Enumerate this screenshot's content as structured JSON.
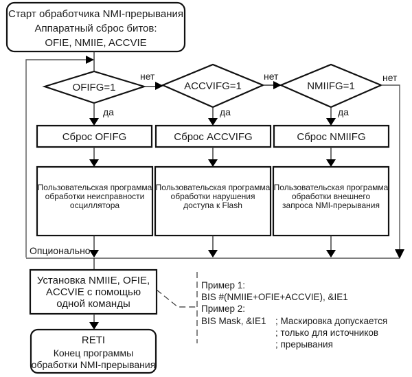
{
  "start": {
    "lines": [
      "Старт обработчика NMI-прерывания",
      "Аппаратный сброс битов:",
      "OFIE, NMIIE, ACCVIE"
    ]
  },
  "decisions": [
    {
      "label": "OFIFG=1",
      "yes_label": "да",
      "no_label": "нет"
    },
    {
      "label": "ACCVIFG=1",
      "yes_label": "да",
      "no_label": "нет"
    },
    {
      "label": "NMIIFG=1",
      "yes_label": "да",
      "no_label": "нет"
    }
  ],
  "reset_boxes": [
    {
      "label": "Сброс OFIFG"
    },
    {
      "label": "Сброс ACCVIFG"
    },
    {
      "label": "Сброс NMIIFG"
    }
  ],
  "user_programs": [
    {
      "lines": [
        "Пользовательская программа",
        "обработки неисправности",
        "осциллятора"
      ]
    },
    {
      "lines": [
        "Пользовательская программа",
        "обработки нарушения",
        "доступа к Flash"
      ]
    },
    {
      "lines": [
        "Пользовательская программа",
        "обработки внешнего",
        "запроса NMI-прерывания"
      ]
    }
  ],
  "optional_label": "Опционально",
  "set_box": {
    "lines": [
      "Установка NMIIE, OFIE,",
      "ACCVIE с помощью",
      "одной команды"
    ]
  },
  "end": {
    "title": "RETI",
    "lines": [
      "Конец программы",
      "обработки NMI-прерывания"
    ]
  },
  "annotation": {
    "example1_title": "Пример 1:",
    "example1_code": "BIS #(NMIIE+OFIE+ACCVIE), &IE1",
    "example2_title": "Пример 2:",
    "example2_code": "BIS Mask, &IE1",
    "comments": [
      "; Маскировка допускается",
      "; только для источников",
      "; прерывания"
    ]
  }
}
